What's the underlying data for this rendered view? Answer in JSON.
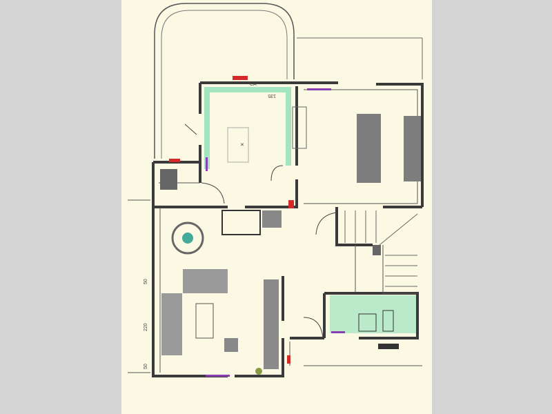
{
  "document": {
    "type": "floor plan scan",
    "annotations": {
      "ca_label": "CA",
      "dimension_top": "135",
      "dimension_left_1": "50",
      "dimension_left_2": "220",
      "dimension_left_3": "50"
    }
  },
  "colors": {
    "paper": "#fbf9e3",
    "wall": "#3a3a3a",
    "highlight_green": "#8fe0b8",
    "marker_red": "#d42a2a",
    "marker_purple": "#8a3fb0",
    "furniture_gray": "#7d7d7d",
    "background": "#d4d4d4"
  }
}
